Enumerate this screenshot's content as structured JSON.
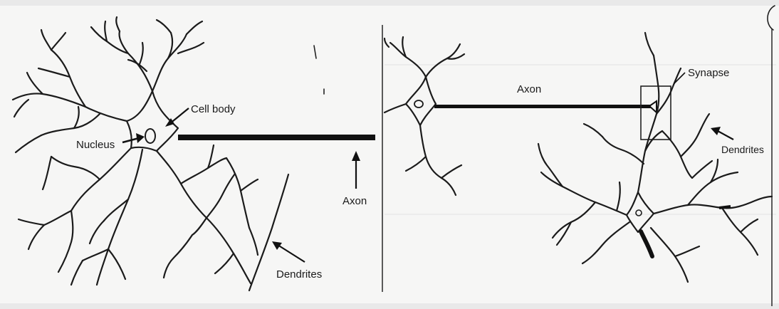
{
  "labels": {
    "cell_body": "Cell body",
    "nucleus": "Nucleus",
    "axon_left": "Axon",
    "dendrites_left": "Dendrites",
    "axon_right": "Axon",
    "synapse": "Synapse",
    "dendrites_right": "Dendrites"
  },
  "colors": {
    "ink": "#1b1b1b",
    "paper": "#f6f6f5"
  }
}
